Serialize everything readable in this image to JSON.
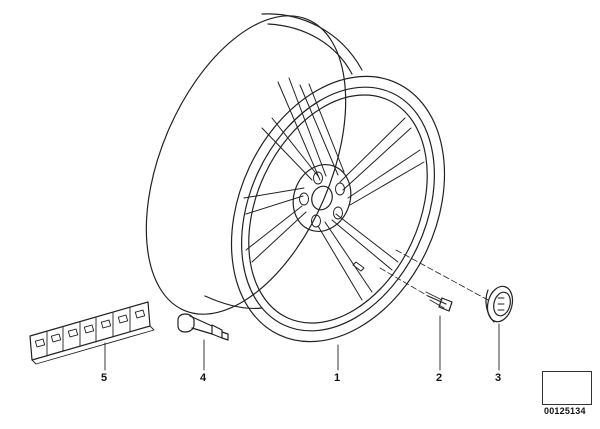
{
  "callouts": {
    "wheel": "1",
    "bolt": "2",
    "hub_cap": "3",
    "valve": "4",
    "balance_weights": "5"
  },
  "reference_code": "00125134"
}
